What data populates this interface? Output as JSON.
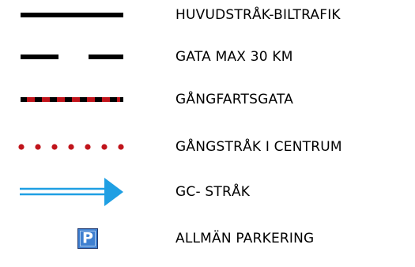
{
  "colors": {
    "black": "#000000",
    "red": "#c0141b",
    "blue": "#1f9fe3",
    "parking_blue": "#3e7fd0"
  },
  "legend": {
    "items": [
      {
        "symbol": "solid-line",
        "label": "HUVUDSTRÅK-BILTRAFIK"
      },
      {
        "symbol": "dashed-line",
        "label": "GATA MAX 30 KM"
      },
      {
        "symbol": "red-black-dashed-line",
        "label": "GÅNGFARTSGATA"
      },
      {
        "symbol": "red-dotted-line",
        "label": "GÅNGSTRÅK I CENTRUM"
      },
      {
        "symbol": "blue-double-arrow",
        "label": "GC- STRÅK"
      },
      {
        "symbol": "parking-sign-icon",
        "label": "ALLMÄN PARKERING",
        "sign_text": "P"
      }
    ]
  }
}
